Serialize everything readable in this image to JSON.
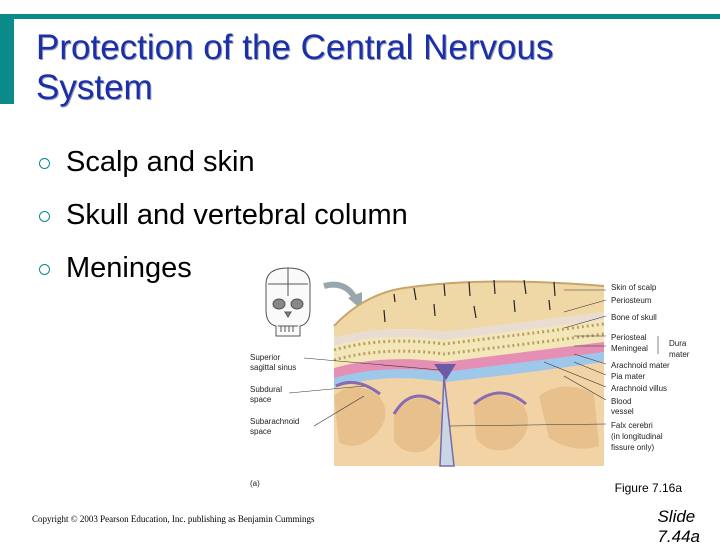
{
  "slide": {
    "title_line1": "Protection of the Central Nervous",
    "title_line2": "System",
    "bullets": [
      "Scalp and skin",
      "Skull and vertebral column",
      "Meninges"
    ],
    "figure_caption": "Figure 7.16a",
    "copyright": "Copyright © 2003 Pearson Education, Inc. publishing as Benjamin Cummings",
    "slide_label": "Slide",
    "slide_number": "7.44a"
  },
  "figure": {
    "panel_label": "(a)",
    "left_labels": [
      "Superior",
      "sagittal sinus",
      "Subdural",
      "space",
      "Subarachnoid",
      "space"
    ],
    "right_labels": [
      "Skin of scalp",
      "Periosteum",
      "Bone of skull",
      "Periosteal",
      "Meningeal",
      "Dura",
      "mater",
      "Arachnoid mater",
      "Pia mater",
      "Arachnoid villus",
      "Blood",
      "vessel",
      "Falx cerebri",
      "(in longitudinal",
      "fissure only)"
    ]
  }
}
